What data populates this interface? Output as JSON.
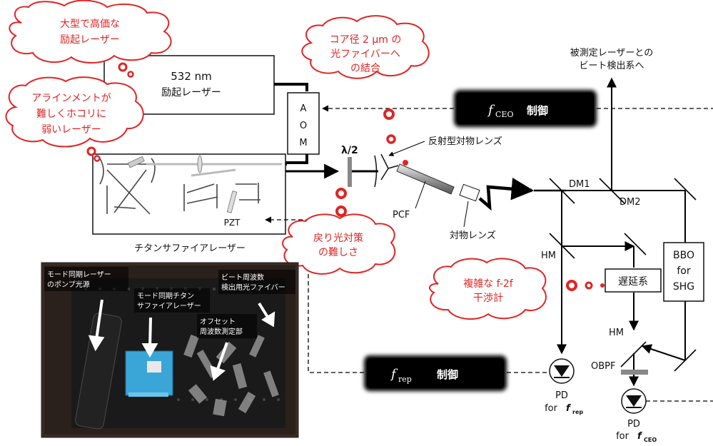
{
  "callouts": {
    "expensive_pump": [
      "大型で高価な",
      "励起レーザー"
    ],
    "fiber_coupling": [
      "コア径 2 μm の",
      "光ファイバーへ",
      "の結合"
    ],
    "alignment": [
      "アラインメントが",
      "難しくホコリに",
      "弱いレーザー"
    ],
    "back_reflection": [
      "戻り光対策",
      "の難しさ"
    ],
    "interferometer": [
      "複雑な f-2f",
      "干渉計"
    ]
  },
  "components": {
    "pump_laser": [
      "532 nm",
      "励起レーザー"
    ],
    "aom": [
      "A",
      "O",
      "M"
    ],
    "ti_sapphire_caption": "チタンサファイアレーザー",
    "pzt": "PZT",
    "half_wave": "λ/2",
    "reflective_objective": "反射型対物レンズ",
    "pcf": "PCF",
    "objective": "対物レンズ",
    "dm1": "DM1",
    "dm2": "DM2",
    "hm1": "HM",
    "hm2": "HM",
    "delay": "遅延系",
    "bbo": [
      "BBO",
      "for",
      "SHG"
    ],
    "obpf": "OBPF",
    "pd_rep_label": [
      "PD",
      "for"
    ],
    "pd_rep_symbol": "f",
    "pd_rep_sub": "rep",
    "pd_ceo_label": [
      "PD",
      "for"
    ],
    "pd_ceo_symbol": "f",
    "pd_ceo_sub": "CEO",
    "beat_output": [
      "被測定レーザーとの",
      "ビート検出系へ"
    ]
  },
  "controls": {
    "ceo": {
      "symbol": "f",
      "sub": "CEO",
      "label": "制御"
    },
    "rep": {
      "symbol": "f",
      "sub": "rep",
      "label": "制御"
    }
  },
  "photo": {
    "labels": {
      "pump_source": [
        "モード同期レーザー",
        "のポンプ光源"
      ],
      "ti_sapphire": [
        "モード同期チタン",
        "サファイアレーザー"
      ],
      "beat_fiber": [
        "ビート周波数",
        "検出用光ファイバー"
      ],
      "offset_unit": [
        "オフセット",
        "周波数測定部"
      ]
    }
  },
  "colors": {
    "callout_red": "#e02424",
    "beam": "#000000",
    "control_box": "#000000",
    "filter_gray": "#888888",
    "photo_blue": "#3aa6d8"
  }
}
